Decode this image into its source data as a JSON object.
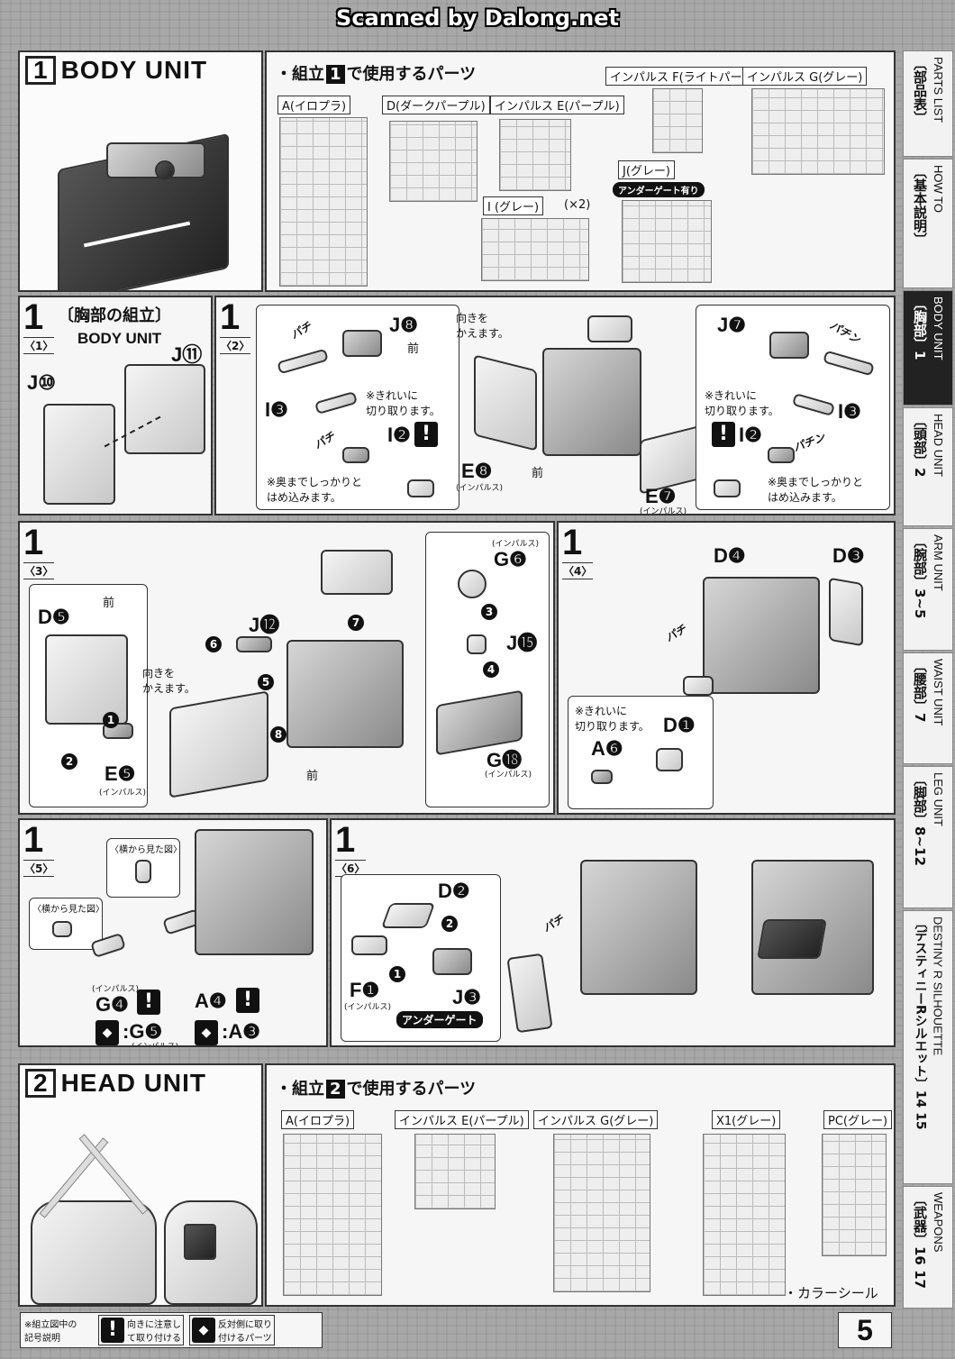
{
  "watermark": "Scanned by Dalong.net",
  "step1": {
    "number": "1",
    "title": "BODY UNIT",
    "parts_heading_prefix": "・組立",
    "parts_heading_num": "1",
    "parts_heading_suffix": "で使用するパーツ",
    "runners": [
      {
        "label": "A(イロプラ)"
      },
      {
        "label": "D(ダークパープル)"
      },
      {
        "label": "インパルス E(パープル)"
      },
      {
        "label": "インパルス F(ライトパープル)"
      },
      {
        "label": "インパルス G(グレー)"
      },
      {
        "label": "J(グレー)"
      },
      {
        "label": "I (グレー)"
      }
    ],
    "times_two": "(×2)",
    "under_gate_tag": "アンダーゲート有り"
  },
  "sub1": {
    "num": "1",
    "sub": "〈1〉",
    "title": "〔胸部の組立〕",
    "title_en": "BODY UNIT",
    "labels": [
      "J",
      "J"
    ],
    "nums": [
      "⑩",
      "⑪"
    ]
  },
  "sub2": {
    "num": "1",
    "sub": "〈2〉",
    "j8": "J❽",
    "i3": "I❸",
    "i2": "I❷",
    "e8": "E❽",
    "e7": "E❼",
    "j7": "J❼",
    "front": "前",
    "turn": "向きを\nかえます。",
    "cut_note": "※きれいに\n切り取ります。",
    "press_note": "※奥までしっかりと\nはめ込みます。",
    "impulse": "(インパルス)",
    "pachi": "パチ",
    "pachin": "パチン"
  },
  "sub3": {
    "num": "1",
    "sub": "〈3〉",
    "d5": "D❺",
    "e5": "E❺",
    "j12": "J⓬",
    "g6": "G❻",
    "j15": "J⓯",
    "g18": "G⓲",
    "front": "前",
    "turn": "向きを\nかえます。",
    "impulse": "(インパルス)"
  },
  "sub4": {
    "num": "1",
    "sub": "〈4〉",
    "d4": "D❹",
    "d3": "D❸",
    "d1": "D❶",
    "a6": "A❻",
    "cut_note": "※きれいに\n切り取ります。",
    "pachi": "パチ"
  },
  "sub5": {
    "num": "1",
    "sub": "〈5〉",
    "side_view": "〈横から見た図〉",
    "g4": "G❹",
    "a4": "A❹",
    "g5": ":G❺",
    "a3": ":A❸",
    "impulse": "(インパルス)"
  },
  "sub6": {
    "num": "1",
    "sub": "〈6〉",
    "d2": "D❷",
    "f1": "F❶",
    "j3": "J❸",
    "impulse": "(インパルス)",
    "under_gate": "アンダーゲート",
    "pachi": "パチ"
  },
  "step2": {
    "number": "2",
    "title": "HEAD UNIT",
    "parts_heading_prefix": "・組立",
    "parts_heading_num": "2",
    "parts_heading_suffix": "で使用するパーツ",
    "runners": [
      {
        "label": "A(イロプラ)"
      },
      {
        "label": "インパルス E(パープル)"
      },
      {
        "label": "インパルス G(グレー)"
      },
      {
        "label": "X1(グレー)"
      },
      {
        "label": "PC(グレー)"
      }
    ],
    "color_seal": "・カラーシール"
  },
  "sidebar": [
    {
      "jp": "〔部品表〕",
      "en": "PARTS LIST",
      "active": false
    },
    {
      "jp": "〔基本説明〕",
      "en": "HOW TO",
      "active": false
    },
    {
      "jp": "〔胸部〕1",
      "en": "BODY UNIT",
      "active": true
    },
    {
      "jp": "〔頭部〕2",
      "en": "HEAD UNIT",
      "active": false
    },
    {
      "jp": "〔腕部〕3~5",
      "en": "ARM UNIT",
      "active": false
    },
    {
      "jp": "〔腰部〕7",
      "en": "WAIST UNIT",
      "active": false
    },
    {
      "jp": "〔脚部〕8~12",
      "en": "LEG UNIT",
      "active": false
    },
    {
      "jp": "〔デスティニーRシルエット〕14 15",
      "en": "DESTINY R SILHOUETTE",
      "active": false
    },
    {
      "jp": "〔武器〕16 17",
      "en": "WEAPONS",
      "active": false
    }
  ],
  "legend": {
    "caption": "※組立図中の\n記号説明",
    "item1": "向きに注意し\nて取り付ける",
    "item2": "反対側に取り\n付けるパーツ"
  },
  "page_number": "5",
  "colors": {
    "ink": "#111111",
    "paper": "#f6f6f6",
    "background": "#a8a8a8"
  }
}
